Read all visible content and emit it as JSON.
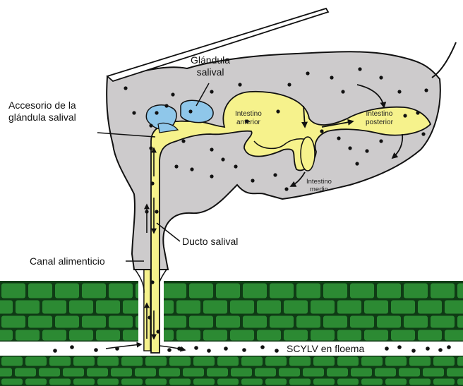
{
  "labels": {
    "salivary_gland": [
      "Glándula",
      "salival"
    ],
    "accessory_gland": [
      "Accesorio de la",
      "glándula salival"
    ],
    "foregut": [
      "Intestino",
      "anterior"
    ],
    "hindgut": [
      "Intestino",
      "posterior"
    ],
    "midgut": [
      "Intestino",
      "medio"
    ],
    "salivary_duct": "Ducto salival",
    "food_canal": "Canal alimenticio",
    "virus_in_phloem": "SCYLV en floema"
  },
  "colors": {
    "body": "#cdcbcc",
    "gut": "#f6f28c",
    "gland": "#8fc7ea",
    "plant_cell": "#2c8a33",
    "plant_wall": "#0f3b15",
    "particle": "#111111"
  }
}
